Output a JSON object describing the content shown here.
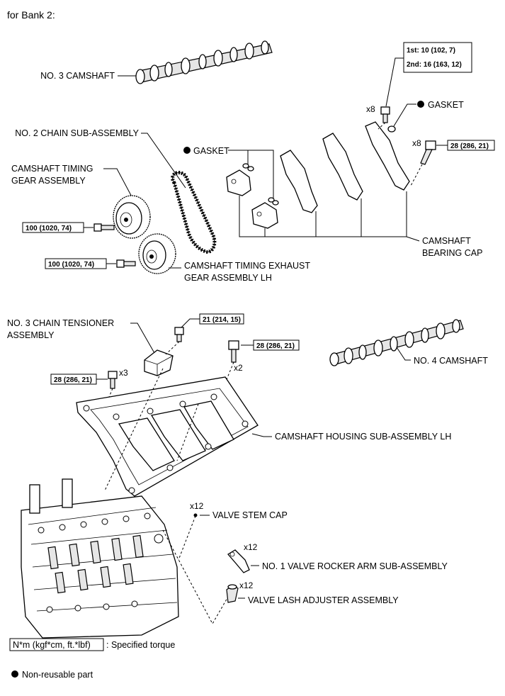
{
  "title": "for Bank 2:",
  "labels": {
    "no3_camshaft": "NO. 3 CAMSHAFT",
    "no2_chain": "NO. 2 CHAIN SUB-ASSEMBLY",
    "cam_timing_gear_1": "CAMSHAFT TIMING",
    "cam_timing_gear_2": "GEAR ASSEMBLY",
    "cam_timing_exhaust_1": "CAMSHAFT TIMING EXHAUST",
    "cam_timing_exhaust_2": "GEAR ASSEMBLY LH",
    "gasket_left": "GASKET",
    "gasket_right": "GASKET",
    "bearing_cap_1": "CAMSHAFT",
    "bearing_cap_2": "BEARING CAP",
    "no3_tensioner_1": "NO. 3 CHAIN TENSIONER",
    "no3_tensioner_2": "ASSEMBLY",
    "no4_camshaft": "NO. 4 CAMSHAFT",
    "housing": "CAMSHAFT HOUSING SUB-ASSEMBLY LH",
    "valve_stem_cap": "VALVE STEM CAP",
    "rocker_arm": "NO. 1 VALVE ROCKER ARM SUB-ASSEMBLY",
    "lash_adjuster": "VALVE LASH ADJUSTER ASSEMBLY"
  },
  "torques": {
    "bearing_cap_1st": "1st: 10 (102, 7)",
    "bearing_cap_2nd": "2nd: 16 (163, 12)",
    "bearing_cap_side": "28 (286, 21)",
    "timing_gear": "100 (1020, 74)",
    "exhaust_gear": "100 (1020, 74)",
    "tensioner": "21 (214, 15)",
    "housing_right": "28 (286, 21)",
    "housing_left": "28 (286, 21)"
  },
  "counts": {
    "bearing_cap_top": "x8",
    "bearing_cap_side": "x8",
    "housing_right": "x2",
    "housing_left": "x3",
    "valve_stem_cap": "x12",
    "rocker_arm": "x12",
    "lash_adjuster": "x12"
  },
  "legend": {
    "torque_box": "N*m (kgf*cm, ft.*lbf)",
    "torque_text": ": Specified torque",
    "nonreusable": "Non-reusable part"
  }
}
